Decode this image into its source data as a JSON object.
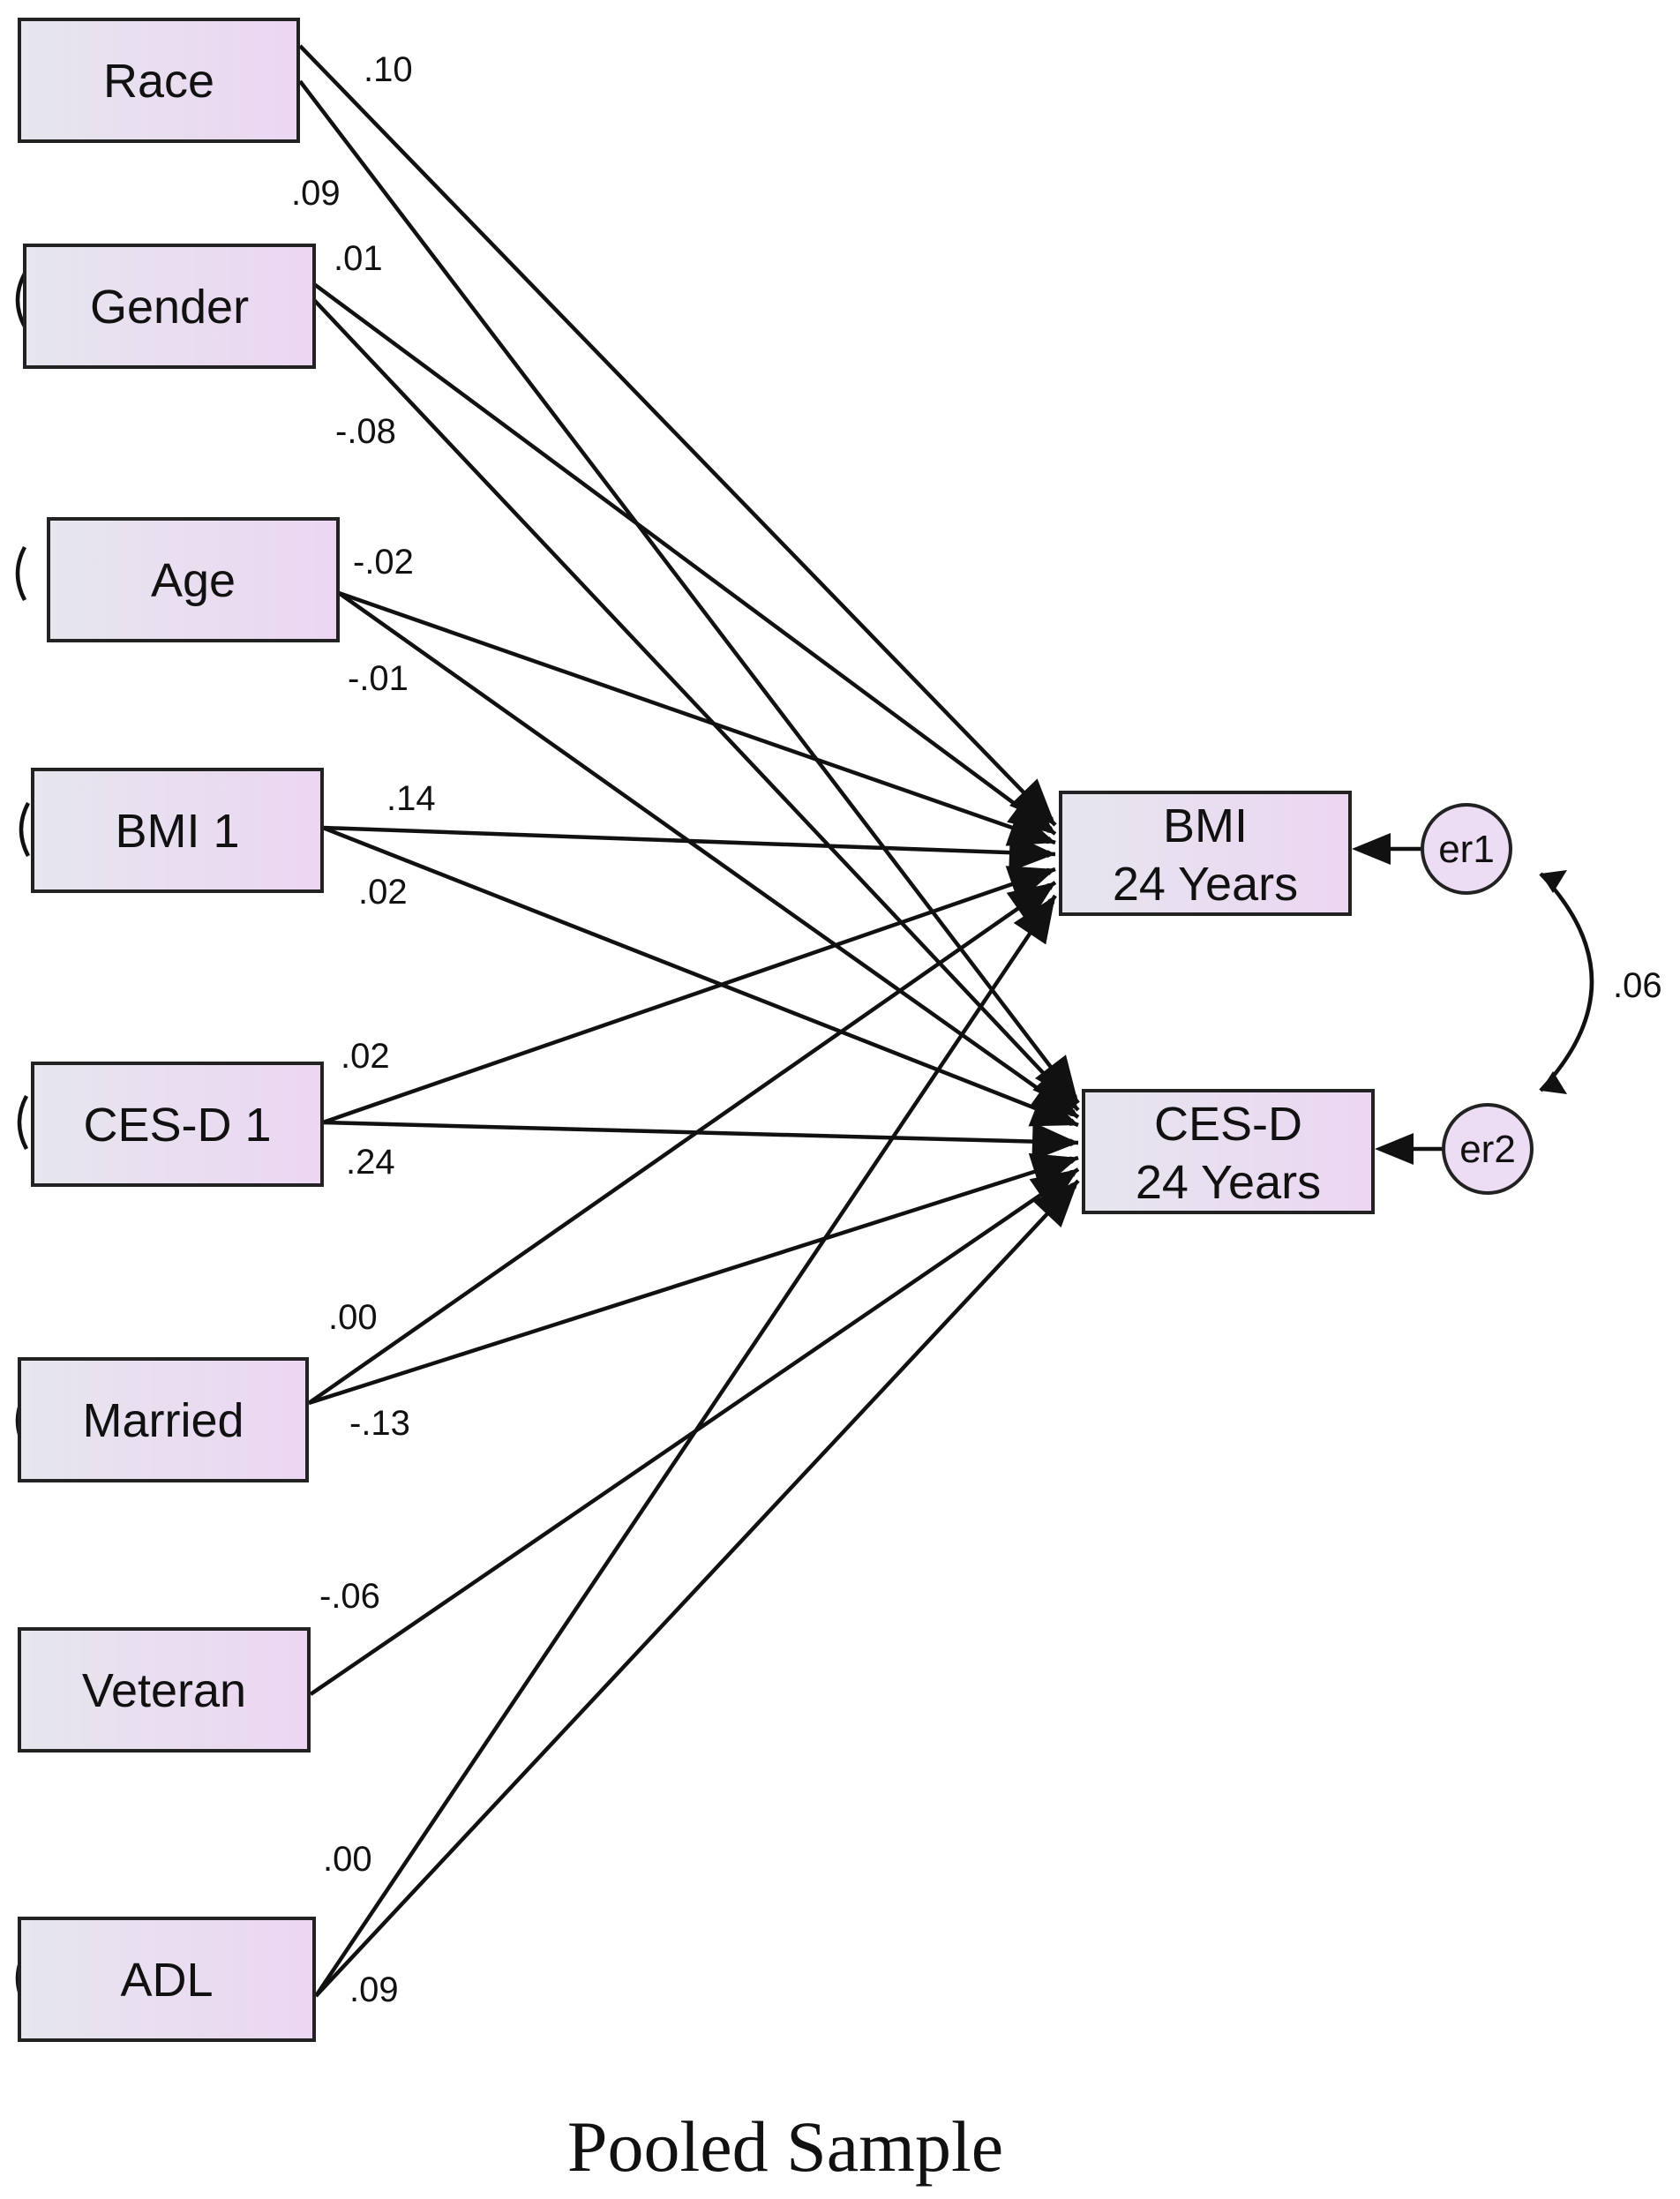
{
  "predictors": [
    {
      "id": "race",
      "label": "Race"
    },
    {
      "id": "gender",
      "label": "Gender"
    },
    {
      "id": "age",
      "label": "Age"
    },
    {
      "id": "bmi1",
      "label": "BMI 1"
    },
    {
      "id": "cesd1",
      "label": "CES-D 1"
    },
    {
      "id": "married",
      "label": "Married"
    },
    {
      "id": "veteran",
      "label": "Veteran"
    },
    {
      "id": "adl",
      "label": "ADL"
    }
  ],
  "outcomes": [
    {
      "id": "bmi24",
      "line1": "BMI",
      "line2": "24 Years"
    },
    {
      "id": "cesd24",
      "line1": "CES-D",
      "line2": "24 Years"
    }
  ],
  "errors": [
    {
      "id": "er1",
      "label": "er1",
      "target": "bmi24"
    },
    {
      "id": "er2",
      "label": "er2",
      "target": "cesd24"
    }
  ],
  "paths": [
    {
      "from": "race",
      "to": "bmi24",
      "coef": ".10"
    },
    {
      "from": "race",
      "to": "cesd24",
      "coef": ".09"
    },
    {
      "from": "gender",
      "to": "bmi24",
      "coef": ".01"
    },
    {
      "from": "gender",
      "to": "cesd24",
      "coef": "-.08"
    },
    {
      "from": "age",
      "to": "bmi24",
      "coef": "-.02"
    },
    {
      "from": "age",
      "to": "cesd24",
      "coef": "-.01"
    },
    {
      "from": "bmi1",
      "to": "bmi24",
      "coef": ".14"
    },
    {
      "from": "bmi1",
      "to": "cesd24",
      "coef": ".02"
    },
    {
      "from": "cesd1",
      "to": "bmi24",
      "coef": ".02"
    },
    {
      "from": "cesd1",
      "to": "cesd24",
      "coef": ".24"
    },
    {
      "from": "married",
      "to": "bmi24",
      "coef": ".00"
    },
    {
      "from": "married",
      "to": "cesd24",
      "coef": "-.13"
    },
    {
      "from": "veteran",
      "to": "cesd24",
      "coef": "-.06"
    },
    {
      "from": "adl",
      "to": "bmi24",
      "coef": ".00"
    },
    {
      "from": "adl",
      "to": "cesd24",
      "coef": ".09"
    }
  ],
  "covariance": {
    "between": [
      "er1",
      "er2"
    ],
    "coef": ".06"
  },
  "caption": "Pooled Sample",
  "colors": {
    "box_left": "#e6e6ee",
    "box_right": "#ecd6f2",
    "line": "#111111"
  }
}
